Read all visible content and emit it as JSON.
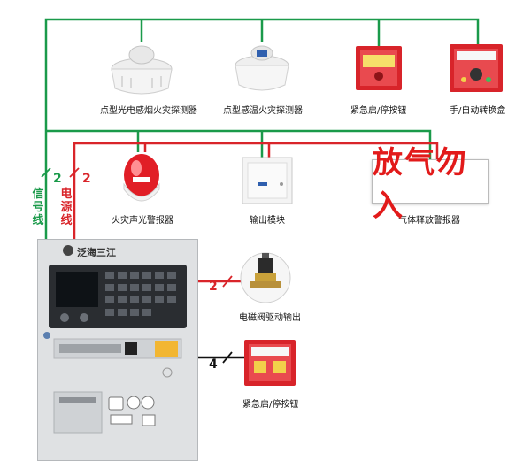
{
  "devices_top": [
    {
      "label": "点型光电感烟火灾探测器",
      "icon": "smoke-detector-icon"
    },
    {
      "label": "点型感温火灾探测器",
      "icon": "heat-detector-icon"
    },
    {
      "label": "紧急启/停按钮",
      "icon": "emergency-button-icon"
    },
    {
      "label": "手/自动转换盒",
      "icon": "manual-auto-switch-icon"
    }
  ],
  "devices_mid": [
    {
      "label": "火灾声光警报器",
      "icon": "alarm-beacon-icon"
    },
    {
      "label": "输出模块",
      "icon": "output-module-icon"
    },
    {
      "label": "气体释放警报器",
      "icon": "gas-release-sign-icon"
    }
  ],
  "sign_text": "放气勿入",
  "panel": {
    "brand": "泛海三江"
  },
  "devices_right": [
    {
      "label": "电磁阀驱动输出",
      "icon": "solenoid-valve-icon"
    },
    {
      "label": "紧急启/停按钮",
      "icon": "emergency-button-icon"
    }
  ],
  "wires": {
    "signal": {
      "label": "信号线",
      "count": "2",
      "color": "#1a9a4a"
    },
    "power": {
      "label": "电源线",
      "count": "2",
      "color": "#d9252a"
    },
    "valve": {
      "count": "2",
      "color": "#d9252a"
    },
    "button": {
      "count": "4",
      "color": "#111111"
    }
  }
}
